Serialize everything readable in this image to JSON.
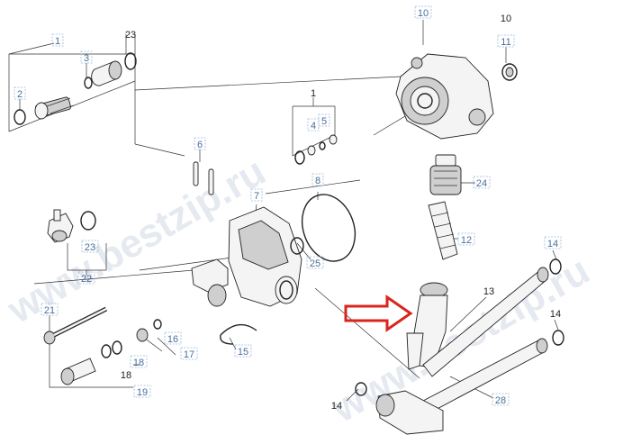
{
  "watermark": "www.bestzip.ru",
  "arrow_color": "#d9261c",
  "labels": [
    {
      "id": "l1a",
      "text": "1",
      "boxed": true
    },
    {
      "id": "l1b",
      "text": "1",
      "boxed": false
    },
    {
      "id": "l2",
      "text": "2",
      "boxed": true
    },
    {
      "id": "l3",
      "text": "3",
      "boxed": true
    },
    {
      "id": "l4",
      "text": "4",
      "boxed": true
    },
    {
      "id": "l5",
      "text": "5",
      "boxed": true
    },
    {
      "id": "l6",
      "text": "6",
      "boxed": true
    },
    {
      "id": "l7",
      "text": "7",
      "boxed": true
    },
    {
      "id": "l8",
      "text": "8",
      "boxed": true
    },
    {
      "id": "l10a",
      "text": "10",
      "boxed": true
    },
    {
      "id": "l10b",
      "text": "10",
      "boxed": false
    },
    {
      "id": "l11",
      "text": "11",
      "boxed": true
    },
    {
      "id": "l12",
      "text": "12",
      "boxed": true
    },
    {
      "id": "l13",
      "text": "13",
      "boxed": false
    },
    {
      "id": "l14a",
      "text": "14",
      "boxed": true
    },
    {
      "id": "l14b",
      "text": "14",
      "boxed": false
    },
    {
      "id": "l14c",
      "text": "14",
      "boxed": false
    },
    {
      "id": "l15",
      "text": "15",
      "boxed": true
    },
    {
      "id": "l16",
      "text": "16",
      "boxed": true
    },
    {
      "id": "l17",
      "text": "17",
      "boxed": true
    },
    {
      "id": "l18a",
      "text": "18",
      "boxed": true
    },
    {
      "id": "l18b",
      "text": "18",
      "boxed": false
    },
    {
      "id": "l19",
      "text": "19",
      "boxed": true
    },
    {
      "id": "l21",
      "text": "21",
      "boxed": true
    },
    {
      "id": "l22",
      "text": "22",
      "boxed": true
    },
    {
      "id": "l23a",
      "text": "23",
      "boxed": false
    },
    {
      "id": "l23b",
      "text": "23",
      "boxed": true
    },
    {
      "id": "l24",
      "text": "24",
      "boxed": true
    },
    {
      "id": "l25",
      "text": "25",
      "boxed": true
    },
    {
      "id": "l28",
      "text": "28",
      "boxed": true
    }
  ]
}
